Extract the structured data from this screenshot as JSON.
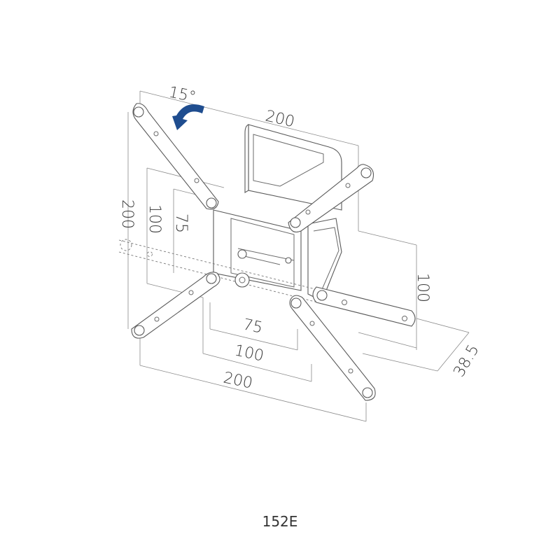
{
  "title": "152E",
  "tilt_label": "15°",
  "dimensions": {
    "top_width": "200",
    "left_outer": "200",
    "left_mid": "100",
    "left_inner": "75",
    "right_height": "100",
    "bottom_inner": "75",
    "bottom_mid": "100",
    "bottom_outer": "200",
    "depth": "38.5"
  },
  "colors": {
    "arrow": "#1f4d8f",
    "line": "#6b6b6b"
  }
}
